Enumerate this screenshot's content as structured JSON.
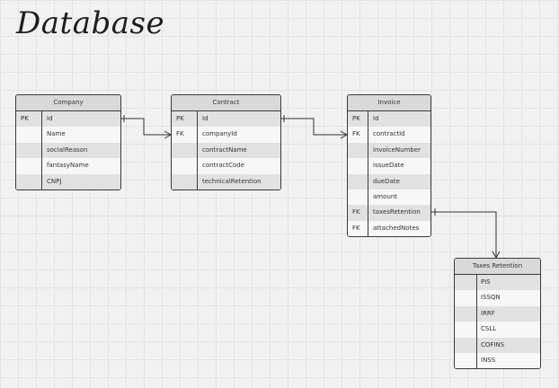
{
  "title": "Database",
  "tables": {
    "company": {
      "name": "Company",
      "rows": [
        {
          "key": "PK",
          "field": "Id"
        },
        {
          "key": "",
          "field": "Name"
        },
        {
          "key": "",
          "field": "socialReason"
        },
        {
          "key": "",
          "field": "fantasyName"
        },
        {
          "key": "",
          "field": "CNPJ"
        }
      ]
    },
    "contract": {
      "name": "Contract",
      "rows": [
        {
          "key": "PK",
          "field": "Id"
        },
        {
          "key": "FK",
          "field": "companyId"
        },
        {
          "key": "",
          "field": "contractName"
        },
        {
          "key": "",
          "field": "contractCode"
        },
        {
          "key": "",
          "field": "technicalRetention"
        }
      ]
    },
    "invoice": {
      "name": "Invoice",
      "rows": [
        {
          "key": "PK",
          "field": "Id"
        },
        {
          "key": "FK",
          "field": "contractId"
        },
        {
          "key": "",
          "field": "invoiceNumber"
        },
        {
          "key": "",
          "field": "issueDate"
        },
        {
          "key": "",
          "field": "dueDate"
        },
        {
          "key": "",
          "field": "amount"
        },
        {
          "key": "FK",
          "field": "taxesRetention"
        },
        {
          "key": "FK",
          "field": "attachedNotes"
        }
      ]
    },
    "taxes": {
      "name": "Taxes Retention",
      "rows": [
        {
          "key": "",
          "field": "PIS"
        },
        {
          "key": "",
          "field": "ISSQN"
        },
        {
          "key": "",
          "field": "IRRF"
        },
        {
          "key": "",
          "field": "CSLL"
        },
        {
          "key": "",
          "field": "COFINS"
        },
        {
          "key": "",
          "field": "INSS"
        }
      ]
    }
  }
}
